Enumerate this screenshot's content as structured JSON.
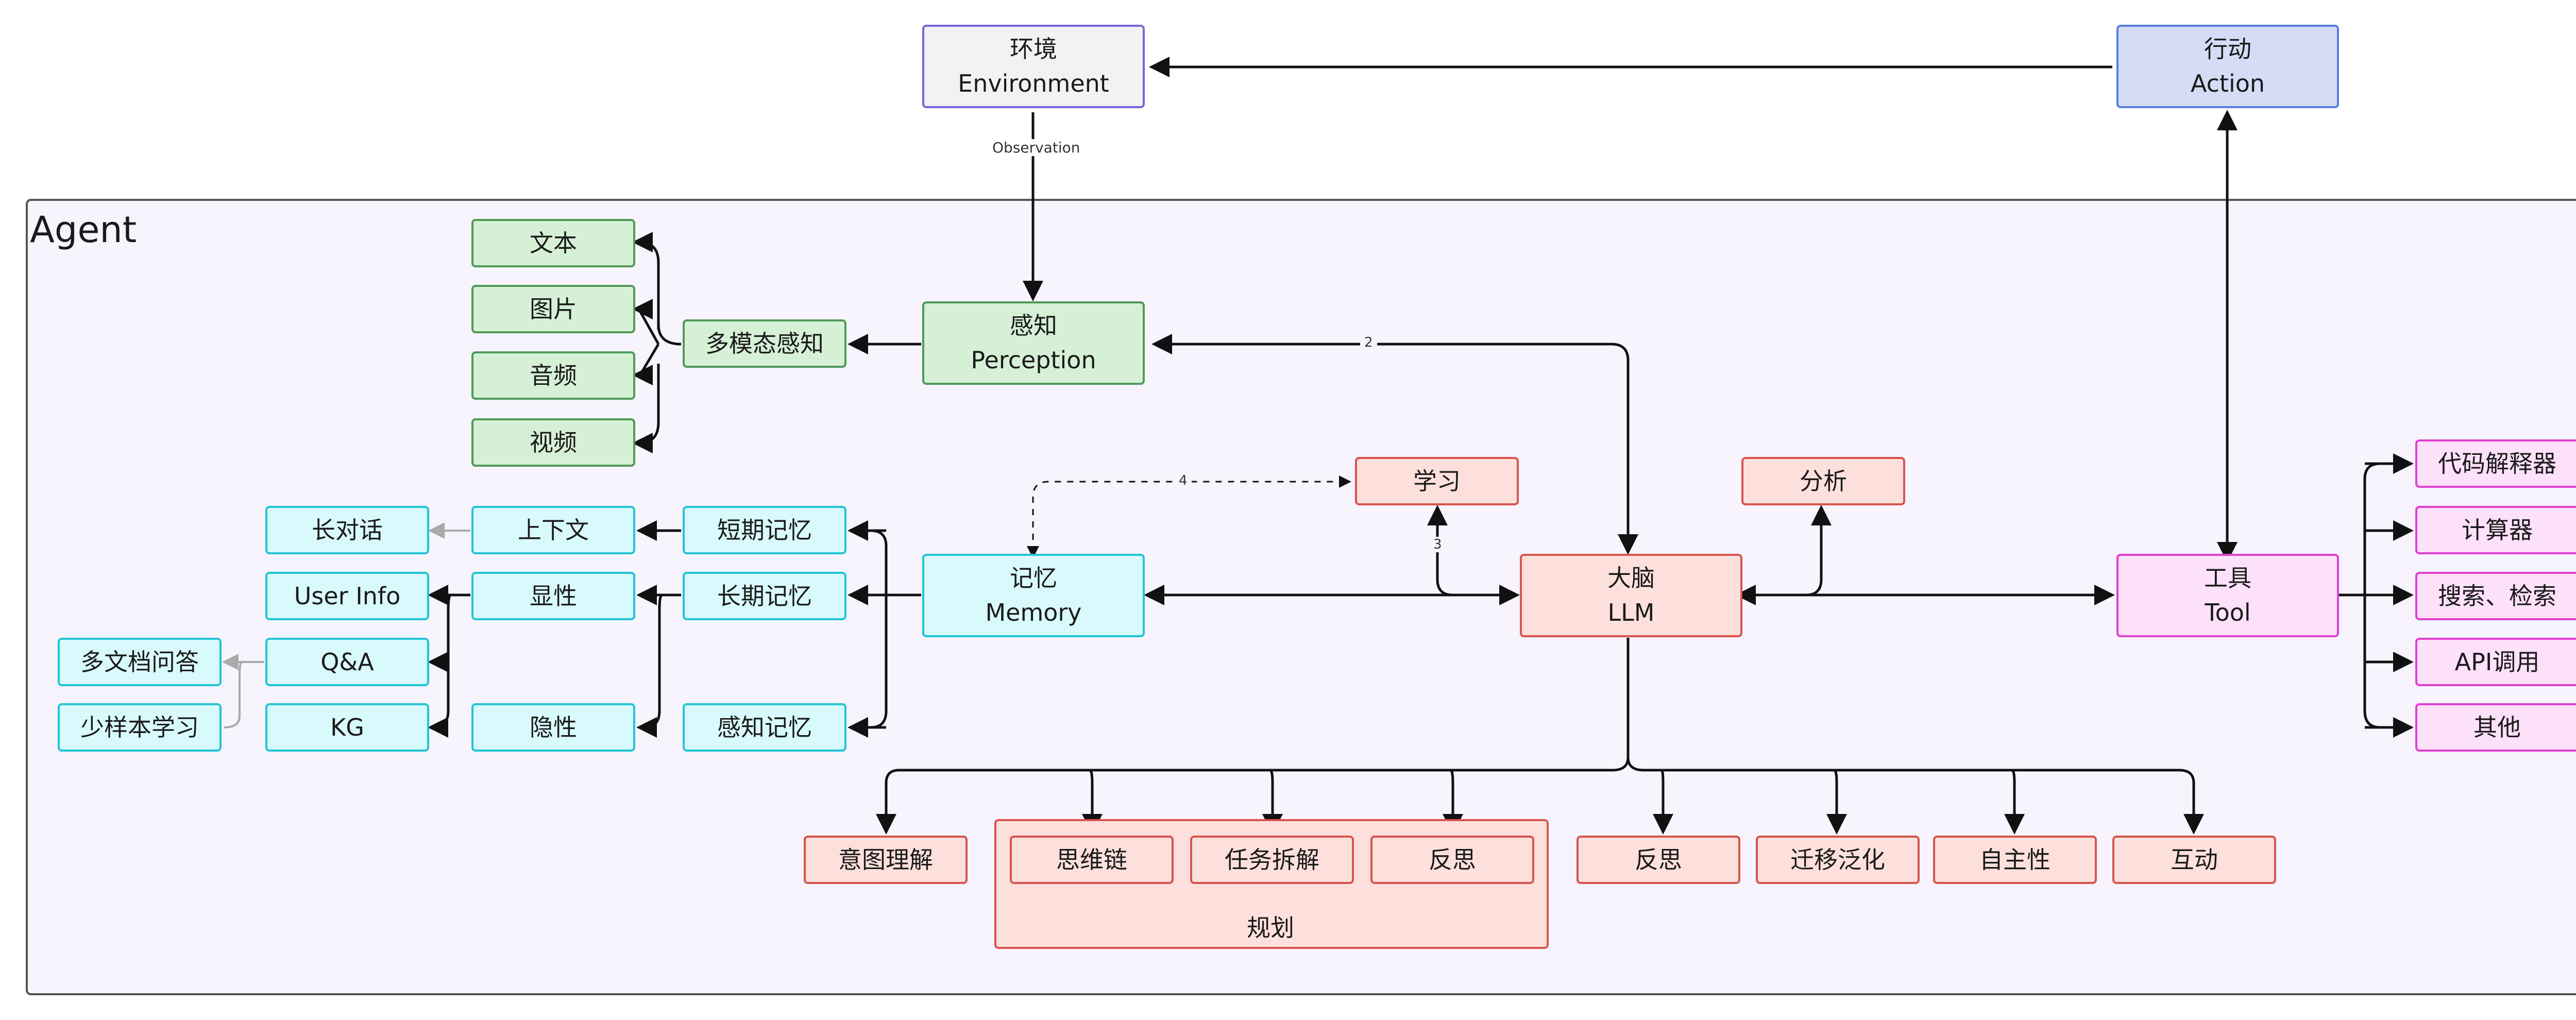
{
  "agent": {
    "title": "Agent"
  },
  "environment": {
    "line1": "环境",
    "line2": "Environment"
  },
  "action": {
    "line1": "行动",
    "line2": "Action"
  },
  "observation_label": "Observation",
  "perception": {
    "line1": "感知",
    "line2": "Perception",
    "multimodal": "多模态感知",
    "items": [
      "文本",
      "图片",
      "音频",
      "视频"
    ]
  },
  "memory": {
    "line1": "记忆",
    "line2": "Memory",
    "short_term": "短期记忆",
    "long_term": "长期记忆",
    "sensory": "感知记忆",
    "context": "上下文",
    "long_dialog": "长对话",
    "explicit": "显性",
    "implicit": "隐性",
    "user_info": "User Info",
    "qa": "Q&A",
    "kg": "KG",
    "multi_doc_qa": "多文档问答",
    "few_shot": "少样本学习"
  },
  "learning": "学习",
  "analysis": "分析",
  "brain": {
    "line1": "大脑",
    "line2": "LLM"
  },
  "tool": {
    "line1": "工具",
    "line2": "Tool",
    "items": [
      "代码解释器",
      "计算器",
      "搜索、检索",
      "API调用",
      "其他"
    ]
  },
  "capabilities": {
    "intent": "意图理解",
    "cot": "思维链",
    "task_decomp": "任务拆解",
    "reflect_in_plan": "反思",
    "planning": "规划",
    "reflection": "反思",
    "transfer": "迁移泛化",
    "autonomy": "自主性",
    "interaction": "互动"
  },
  "edge_numbers": [
    "2",
    "3",
    "4"
  ],
  "colors": {
    "green": "#4f9a58",
    "cyan": "#22c5d4",
    "red": "#d9534f",
    "pink": "#e040d0",
    "agent_bg": "#f7f4fd",
    "arrow": "#111111"
  }
}
